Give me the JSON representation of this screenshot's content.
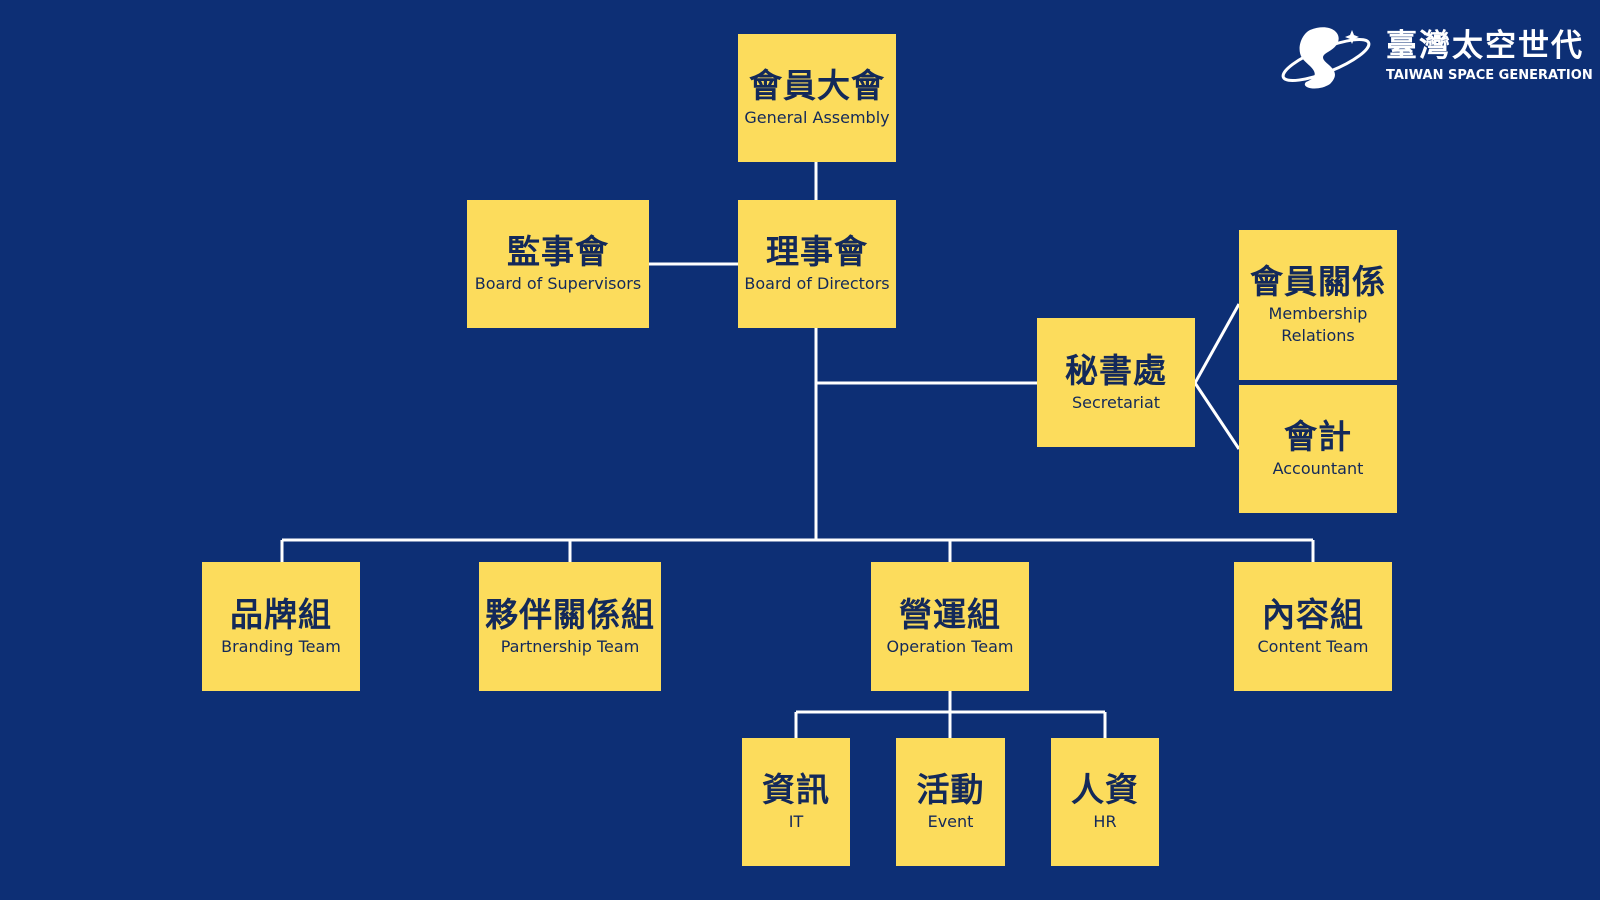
{
  "logo": {
    "title_zh": "臺灣太空世代",
    "title_en": "TAIWAN SPACE GENERATION"
  },
  "nodes": {
    "general_assembly": {
      "zh": "會員大會",
      "en": "General Assembly"
    },
    "board_supervisors": {
      "zh": "監事會",
      "en": "Board of Supervisors"
    },
    "board_directors": {
      "zh": "理事會",
      "en": "Board of Directors"
    },
    "secretariat": {
      "zh": "秘書處",
      "en": "Secretariat"
    },
    "membership": {
      "zh": "會員關係",
      "en1": "Membership",
      "en2": "Relations"
    },
    "accountant": {
      "zh": "會計",
      "en": "Accountant"
    },
    "branding": {
      "zh": "品牌組",
      "en": "Branding Team"
    },
    "partnership": {
      "zh": "夥伴關係組",
      "en": "Partnership Team"
    },
    "operation": {
      "zh": "營運組",
      "en": "Operation Team"
    },
    "content": {
      "zh": "內容組",
      "en": "Content Team"
    },
    "it": {
      "zh": "資訊",
      "en": "IT"
    },
    "event": {
      "zh": "活動",
      "en": "Event"
    },
    "hr": {
      "zh": "人資",
      "en": "HR"
    }
  },
  "colors": {
    "background": "#0d2f75",
    "box": "#fcdc5c",
    "text": "#13295a",
    "line": "#ffffff"
  }
}
